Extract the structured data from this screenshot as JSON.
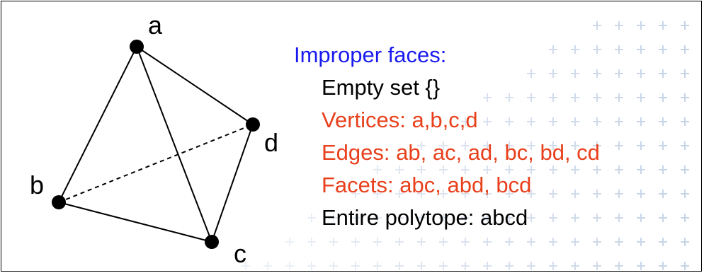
{
  "colors": {
    "heading": "#1a1af0",
    "highlight": "#e8401c",
    "normal": "#000000",
    "grid": "#c6d3e6"
  },
  "diagram": {
    "vertex_labels": {
      "a": "a",
      "b": "b",
      "c": "c",
      "d": "d"
    }
  },
  "text": {
    "heading": "Improper faces:",
    "lines": [
      {
        "text": "Empty set {}",
        "highlighted": false
      },
      {
        "text": "Vertices: a,b,c,d",
        "highlighted": true
      },
      {
        "text": "Edges: ab, ac, ad, bc, bd, cd",
        "highlighted": true
      },
      {
        "text": "Facets: abc, abd, bcd",
        "highlighted": true
      },
      {
        "text": "Entire polytope: abcd",
        "highlighted": false
      }
    ]
  }
}
